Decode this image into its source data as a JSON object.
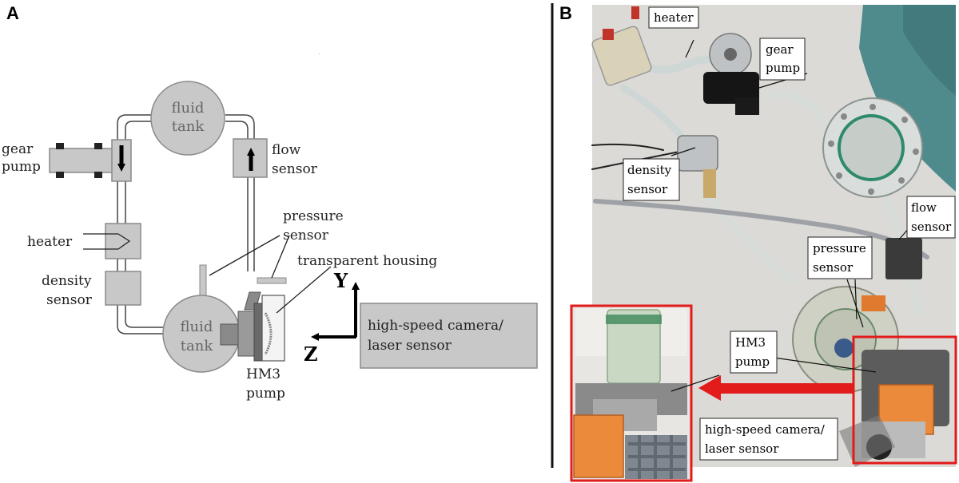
{
  "panel_a": {
    "letter": "A",
    "fluid_tank_top": [
      "fluid",
      "tank"
    ],
    "fluid_tank_bottom": [
      "fluid",
      "tank"
    ],
    "gear_pump": [
      "gear",
      "pump"
    ],
    "flow_sensor": [
      "flow",
      "sensor"
    ],
    "heater": "heater",
    "density_sensor": [
      "density",
      "sensor"
    ],
    "pressure_sensor": [
      "pressure",
      "sensor"
    ],
    "transparent_housing": "transparent housing",
    "hm3_pump": [
      "HM3",
      "pump"
    ],
    "axis_y": "Y",
    "axis_z": "Z",
    "camera": [
      "high-speed camera/",
      "laser sensor"
    ]
  },
  "panel_b": {
    "letter": "B",
    "heater": "heater",
    "gear_pump": [
      "gear",
      "pump"
    ],
    "density_sensor": [
      "density",
      "sensor"
    ],
    "flow_sensor": [
      "flow",
      "sensor"
    ],
    "pressure_sensor": [
      "pressure",
      "sensor"
    ],
    "hm3_pump": [
      "HM3",
      "pump"
    ],
    "camera": [
      "high-speed camera/",
      "laser sensor"
    ]
  },
  "colors": {
    "component_fill": "#c8c8c8",
    "component_stroke": "#8a8a8a",
    "divider": "#111111",
    "highlight_red": "#e21b1b",
    "photo_bg": "#dcdad6"
  }
}
